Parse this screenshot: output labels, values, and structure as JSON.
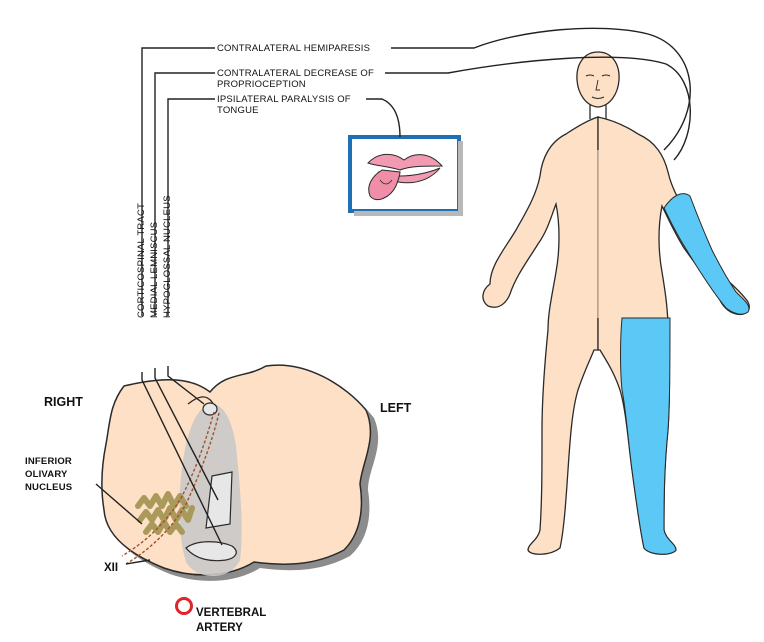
{
  "labels": {
    "contralateral_hemiparesis": "CONTRALATERAL HEMIPARESIS",
    "decrease_proprioception_line1": "CONTRALATERAL DECREASE OF",
    "decrease_proprioception_line2": "PROPRIOCEPTION",
    "tongue_paralysis_line1": "IPSILATERAL PARALYSIS OF",
    "tongue_paralysis_line2": "TONGUE",
    "corticospinal_tract": "CORTICOSPINAL TRACT",
    "medial_lemniscus": "MEDIAL LEMNISCUS",
    "hypoglossal_nucleus": "HYPOGLOSSAL NUCLEUS",
    "right": "RIGHT",
    "left": "LEFT",
    "inferior_olivary_line1": "INFERIOR",
    "inferior_olivary_line2": "OLIVARY",
    "inferior_olivary_line3": "NUCLEUS",
    "xii": "XII",
    "vertebral_line1": "VERTEBRAL",
    "vertebral_line2": "ARTERY"
  },
  "colors": {
    "skin": "#fde0c6",
    "affected_limb": "#5bc8f5",
    "lesion_gray": "#c9c9c9",
    "olive": "#a9995a",
    "tongue_box_border": "#1f6fb5",
    "artery": "#e0242a",
    "lips": "#f19ab2"
  }
}
